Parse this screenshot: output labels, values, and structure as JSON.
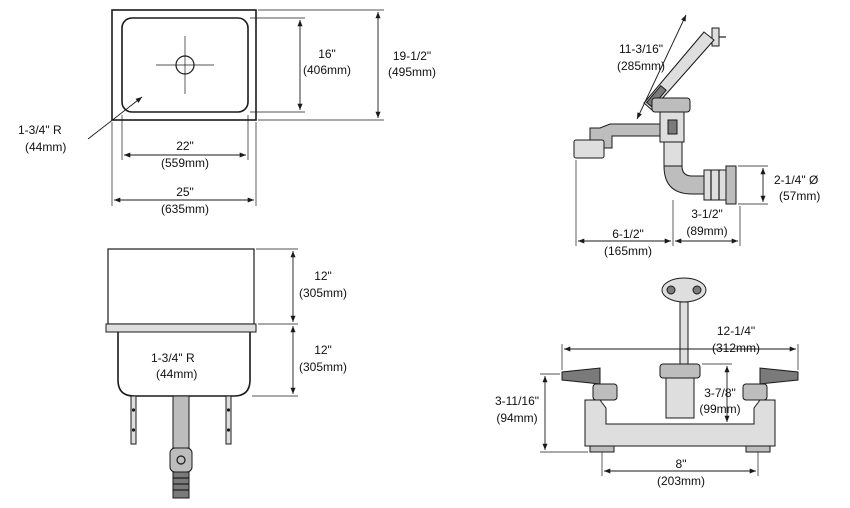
{
  "top_view": {
    "radius_label": "1-3/4\" R",
    "radius_mm": "(44mm)",
    "bowl_depth": "16\"",
    "bowl_depth_mm": "(406mm)",
    "overall_depth": "19-1/2\"",
    "overall_depth_mm": "(495mm)",
    "bowl_width": "22\"",
    "bowl_width_mm": "(559mm)",
    "overall_width": "25\"",
    "overall_width_mm": "(635mm)"
  },
  "front_view": {
    "upper_height": "12\"",
    "upper_height_mm": "(305mm)",
    "lower_height": "12\"",
    "lower_height_mm": "(305mm)",
    "radius_label": "1-3/4\" R",
    "radius_mm": "(44mm)"
  },
  "faucet_side": {
    "arm_length": "11-3/16\"",
    "arm_length_mm": "(285mm)",
    "inlet_diameter": "2-1/4\" Ø",
    "inlet_diameter_mm": "(57mm)",
    "spout_reach": "6-1/2\"",
    "spout_reach_mm": "(165mm)",
    "body_depth": "3-1/2\"",
    "body_depth_mm": "(89mm)"
  },
  "faucet_front": {
    "handle_span": "12-1/4\"",
    "handle_span_mm": "(312mm)",
    "height": "3-11/16\"",
    "height_mm": "(94mm)",
    "spout_height": "3-7/8\"",
    "spout_height_mm": "(99mm)",
    "centers": "8\"",
    "centers_mm": "(203mm)"
  }
}
